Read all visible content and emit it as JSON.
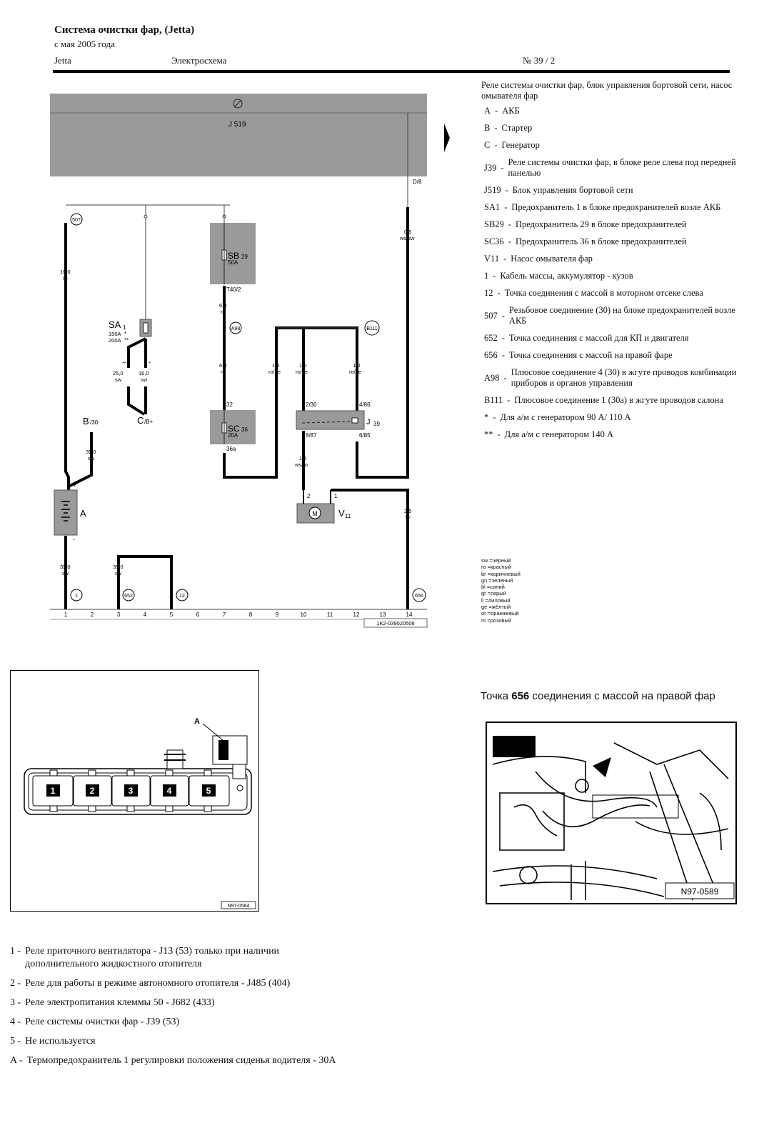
{
  "header": {
    "title": "Система очистки фар, (Jetta)",
    "subtitle": "с мая 2005 года",
    "model": "Jetta",
    "doc_type": "Электросхема",
    "page_number": "№ 39 / 2"
  },
  "legend": {
    "intro": "Реле системы очистки фар, блок управления бортовой сети, насос омывателя фар",
    "items": [
      {
        "code": "A",
        "text": "АКБ"
      },
      {
        "code": "B",
        "text": "Стартер"
      },
      {
        "code": "C",
        "text": "Генератор"
      },
      {
        "code": "J39",
        "text": "Реле системы очистки фар, в блоке реле слева под передней панелью"
      },
      {
        "code": "J519",
        "text": "Блок управления бортовой сети"
      },
      {
        "code": "SA1",
        "text": "Предохранитель 1 в блоке предохранителей возле АКБ"
      },
      {
        "code": "SB29",
        "text": "Предохранитель 29 в блоке предохранителей"
      },
      {
        "code": "SC36",
        "text": "Предохранитель 36 в блоке предохранителей"
      },
      {
        "code": "V11",
        "text": "Насос омывателя фар"
      },
      {
        "code": "1",
        "text": "Кабель массы, аккумулятор - кузов"
      },
      {
        "code": "12",
        "text": "Точка соединения с массой в моторном отсеке слева"
      },
      {
        "code": "507",
        "text": "Резьбовое соединение (30) на блоке предохранителей возле АКБ"
      },
      {
        "code": "652",
        "text": "Точка соединения с массой для КП и двигателя"
      },
      {
        "code": "656",
        "text": "Точка соединения с массой на правой фаре"
      },
      {
        "code": "A98",
        "text": "Плюсовое соединение 4 (30) в жгуте проводов комбинации приборов и органов управления"
      },
      {
        "code": "B111",
        "text": "Плюсовое соединение 1 (30а) в жгуте проводов салона"
      },
      {
        "code": "*",
        "text": "Для а/м с генератором 90 А/ 110 А"
      },
      {
        "code": "**",
        "text": "Для а/м с генератором 140 А"
      }
    ]
  },
  "wire_colors": [
    "sw =чёрный",
    "ro =красный",
    "br =коричневый",
    "gn =зелёный",
    "bl =синий",
    "gr =серый",
    "li =лиловый",
    "ge =жёлтый",
    "or =оранжевый",
    "rs =розовый"
  ],
  "schematic": {
    "control_unit": "J 519",
    "pin_D8": "D/8",
    "track_numbers": [
      "1",
      "2",
      "3",
      "4",
      "5",
      "6",
      "7",
      "8",
      "9",
      "10",
      "11",
      "12",
      "13",
      "14"
    ],
    "code": "1K2-039020506",
    "node_507": "507",
    "node_a98": "A98",
    "node_b111": "B111",
    "node_1": "1",
    "node_652": "652",
    "node_12": "12",
    "node_656": "656",
    "sa1": "SA",
    "sa1_sub": "1",
    "sa1_rating1": "150A",
    "sa1_rating2": "200A",
    "sa1_star1": "*",
    "sa1_star2": "**",
    "sb29": "SB",
    "sb29_sub": "29",
    "sb29_rating": "50A",
    "t40_2": "T40/2",
    "sc36": "SC",
    "sc36_sub": "36",
    "sc36_rating": "20A",
    "sc36_pin32": "32",
    "sc36_pin36a": "36a",
    "j39": "J",
    "j39_sub": "39",
    "j39_p230": "2/30",
    "j39_p486": "4/86",
    "j39_p887": "8/87",
    "j39_p685": "6/85",
    "v11": "V",
    "v11_sub": "11",
    "v11_p2": "2",
    "v11_p1": "1",
    "battery": "A",
    "bat_plus": "+",
    "bat_minus": "-",
    "b30": "B",
    "b30_sub": "/30",
    "cb": "C",
    "cb_sub": "/B+",
    "w_16ro_a": "16,0",
    "w_16ro_b": "ro",
    "w_05_a": "0,5",
    "w_05_b": "ws/sw",
    "w_6ro1_a": "6,0",
    "w_6ro1_b": "ro",
    "w_6ro2_a": "6,0",
    "w_6ro2_b": "ro",
    "w_15g1_a": "1,5",
    "w_15g1_b": "ro/ge",
    "w_15g2_a": "1,5",
    "w_15g2_b": "ro/ge",
    "w_10g_a": "1,0",
    "w_10g_b": "ro/ge",
    "w_15wr_a": "1,5",
    "w_15wr_b": "ws/ro",
    "w_25sw_a": "25,0",
    "w_25sw_b": "sw",
    "w_16sw_a": "16,0",
    "w_16sw_b": "sw",
    "w_35b_a": "35,0",
    "w_35b_b": "sw",
    "w_35g1_a": "35,0",
    "w_35g1_b": "sw",
    "w_35g2_a": "35,0",
    "w_35g2_b": "sw",
    "w_25br_a": "2,5",
    "w_25br_b": "br",
    "w_stars": "**",
    "w_star": "*"
  },
  "relay_box": {
    "relays": [
      "1",
      "2",
      "3",
      "4",
      "5"
    ],
    "label_a": "A",
    "code": "N97-0584"
  },
  "photo": {
    "caption_prefix": "Точка ",
    "caption_bold": "656",
    "caption_suffix": "  соединения с массой на правой фар",
    "code": "N97-0589"
  },
  "bottom_list": [
    {
      "num": "1 -",
      "text": "Реле приточного вентилятора - J13 (53) только при наличии дополнительного жидкостного отопителя"
    },
    {
      "num": "2 -",
      "text": "Реле для работы в режиме автономного отопителя - J485 (404)"
    },
    {
      "num": "3 -",
      "text": "Реле электропитания клеммы 50 - J682 (433)"
    },
    {
      "num": "4 -",
      "text": "Реле системы очистки фар - J39 (53)"
    },
    {
      "num": "5 -",
      "text": "Не используется"
    },
    {
      "num": "A -",
      "text": "Термопредохранитель 1 регулировки положения сиденья водителя - 30A"
    }
  ]
}
